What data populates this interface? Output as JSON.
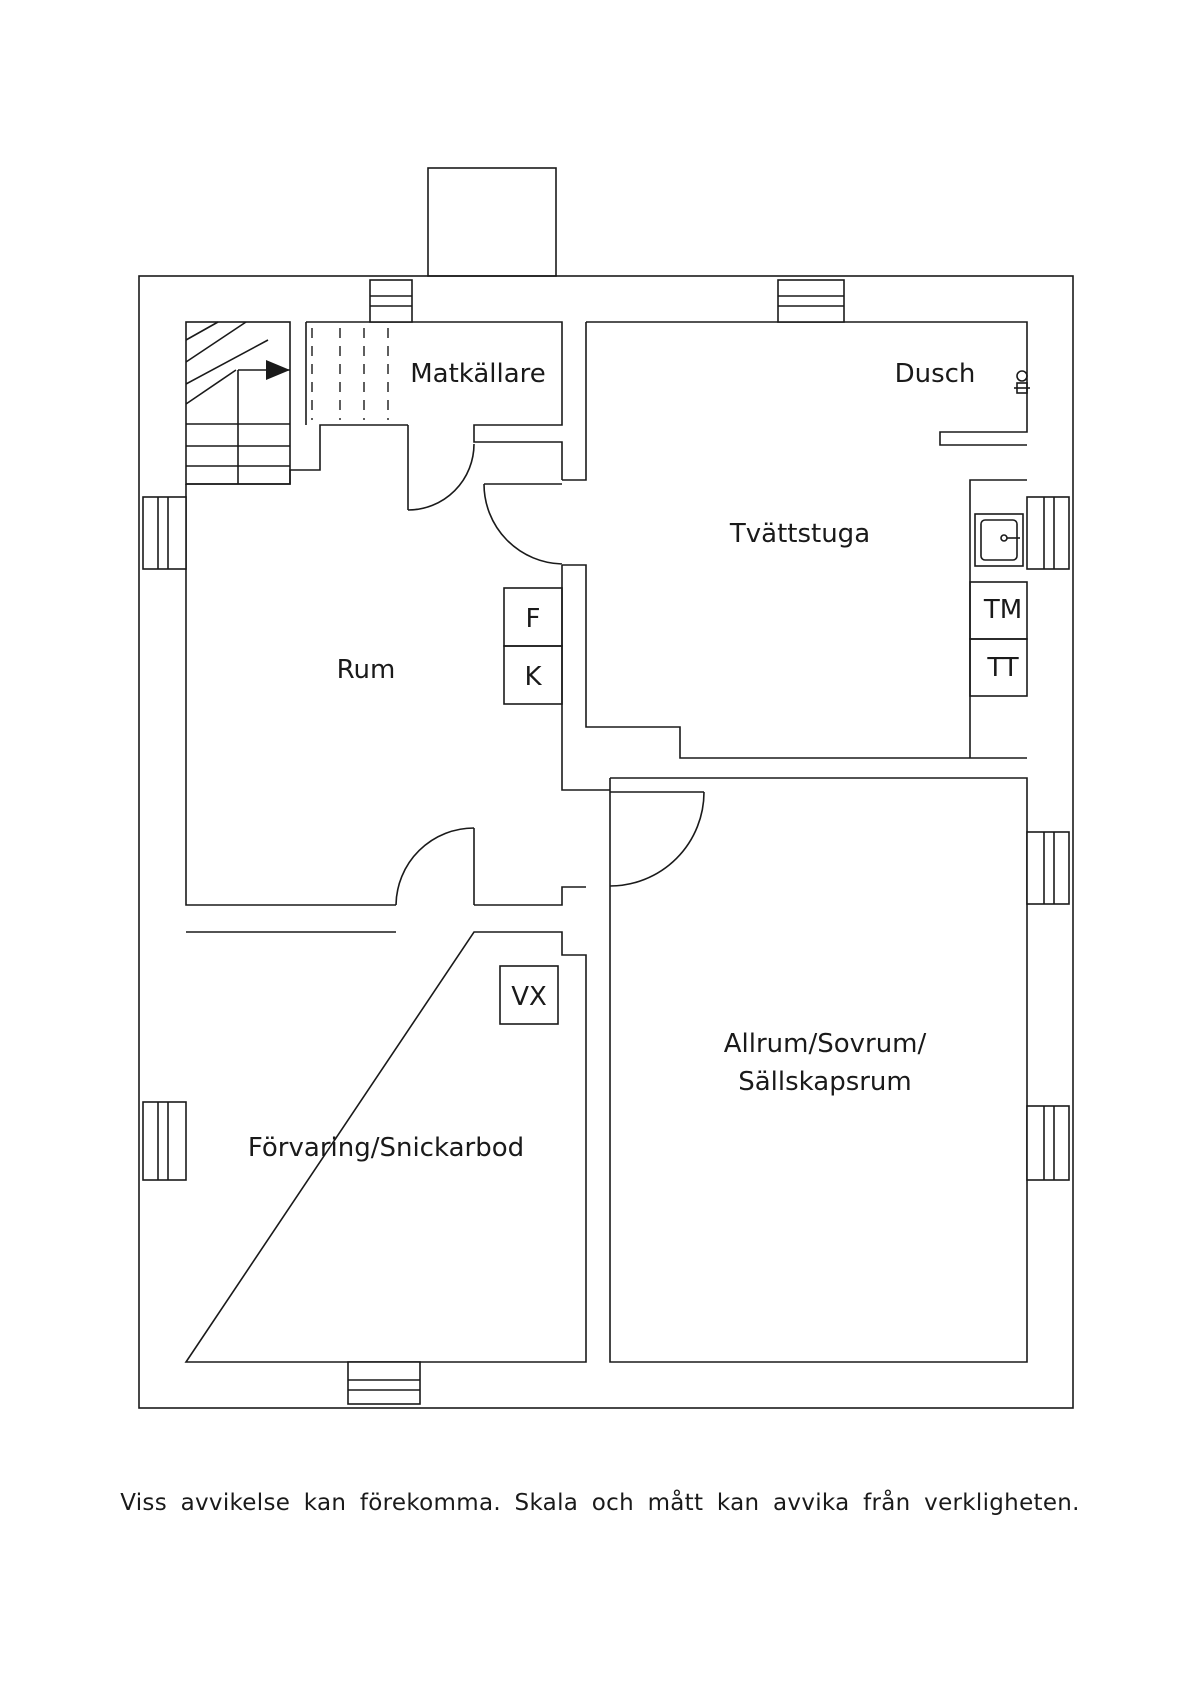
{
  "rooms": {
    "matkallare": "Matkällare",
    "dusch": "Dusch",
    "tvattstuga": "Tvättstuga",
    "rum": "Rum",
    "allrum_line1": "Allrum/Sovrum/",
    "allrum_line2": "Sällskapsrum",
    "forvaring": "Förvaring/Snickarbod"
  },
  "fixtures": {
    "freezer": "F",
    "fridge": "K",
    "washer": "TM",
    "dryer": "TT",
    "ventilation": "VX"
  },
  "footer": {
    "disclaimer": "Viss avvikelse kan förekomma. Skala och mått kan avvika från verkligheten."
  }
}
